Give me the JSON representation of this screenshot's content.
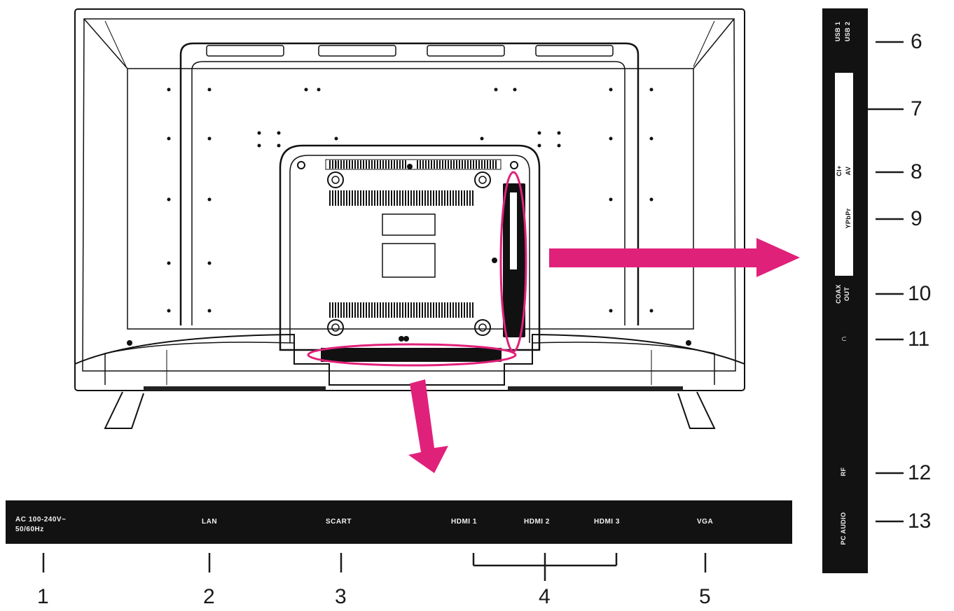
{
  "bottom_panel": {
    "ac": "AC 100-240V~",
    "ac_freq": "50/60Hz",
    "lan": "LAN",
    "scart": "SCART",
    "hdmi1": "HDMI 1",
    "hdmi2": "HDMI 2",
    "hdmi3": "HDMI 3",
    "vga": "VGA"
  },
  "side_panel": {
    "usb1": "USB 1",
    "usb2": "USB 2",
    "ci": "CI+",
    "av": "AV",
    "ypbpr": "YPbPr",
    "coax": "COAX",
    "coax_out": "OUT",
    "headphone": "∩",
    "rf": "RF",
    "pc_audio": "PC AUDIO"
  },
  "callouts": {
    "n1": "1",
    "n2": "2",
    "n3": "3",
    "n4": "4",
    "n5": "5",
    "n6": "6",
    "n7": "7",
    "n8": "8",
    "n9": "9",
    "n10": "10",
    "n11": "11",
    "n12": "12",
    "n13": "13"
  },
  "colors": {
    "highlight": "#e0217a",
    "panel": "#121212",
    "line": "#1a1a1a"
  }
}
